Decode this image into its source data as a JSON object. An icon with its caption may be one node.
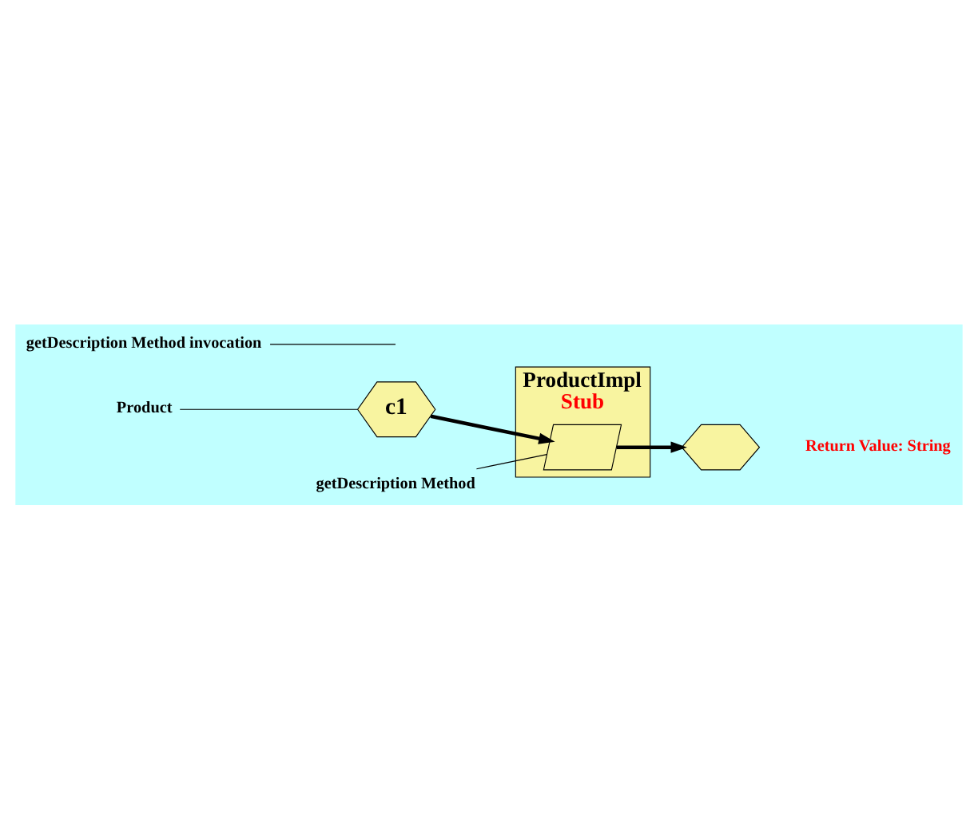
{
  "diagram": {
    "nodes": [
      {
        "text": [
          "Product"
        ]
      },
      {
        "text": [
          "c1"
        ]
      },
      {
        "text": [
          "ProductImpl",
          "Stub"
        ]
      },
      {
        "text": [],
        "shape": "box",
        "in": 2
      },
      {
        "text": [],
        "shape": "hexagon",
        "beside": [
          "Return Value: String"
        ]
      },
      {
        "text": [
          "getDescription Method invocation"
        ]
      },
      {
        "text": [
          "getDescription Method"
        ]
      }
    ],
    "edges": [
      {
        "from": 0,
        "to": 1,
        "arrow": "none"
      },
      {
        "from": 1,
        "to": 3,
        "arrow": "to",
        "style": "thick"
      },
      {
        "from": 3,
        "to": 4,
        "arrow": "to",
        "style": "thick"
      },
      {
        "from": 5,
        "to": null,
        "arrow": "none"
      },
      {
        "from": 6,
        "to": 3,
        "arrow": "none"
      }
    ]
  }
}
